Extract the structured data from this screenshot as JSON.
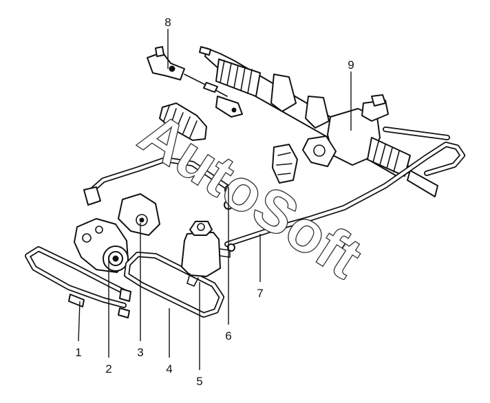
{
  "watermark": "AutoSoft",
  "callouts": [
    {
      "id": "1",
      "label": "1"
    },
    {
      "id": "2",
      "label": "2"
    },
    {
      "id": "3",
      "label": "3"
    },
    {
      "id": "4",
      "label": "4"
    },
    {
      "id": "5",
      "label": "5"
    },
    {
      "id": "6",
      "label": "6"
    },
    {
      "id": "7",
      "label": "7"
    },
    {
      "id": "8",
      "label": "8"
    },
    {
      "id": "9",
      "label": "9"
    }
  ]
}
